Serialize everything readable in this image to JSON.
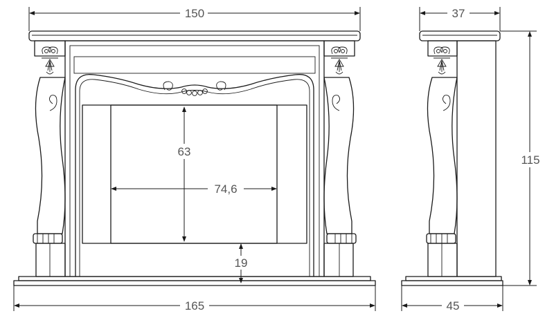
{
  "dimensions": {
    "front_width_top": "150",
    "front_width_base": "165",
    "opening_height": "63",
    "opening_width": "74,6",
    "hearth_height": "19",
    "side_depth_top": "37",
    "side_depth_base": "45",
    "total_height": "115"
  },
  "colors": {
    "line": "#1a1a1a",
    "label": "#555555",
    "background": "#ffffff"
  }
}
